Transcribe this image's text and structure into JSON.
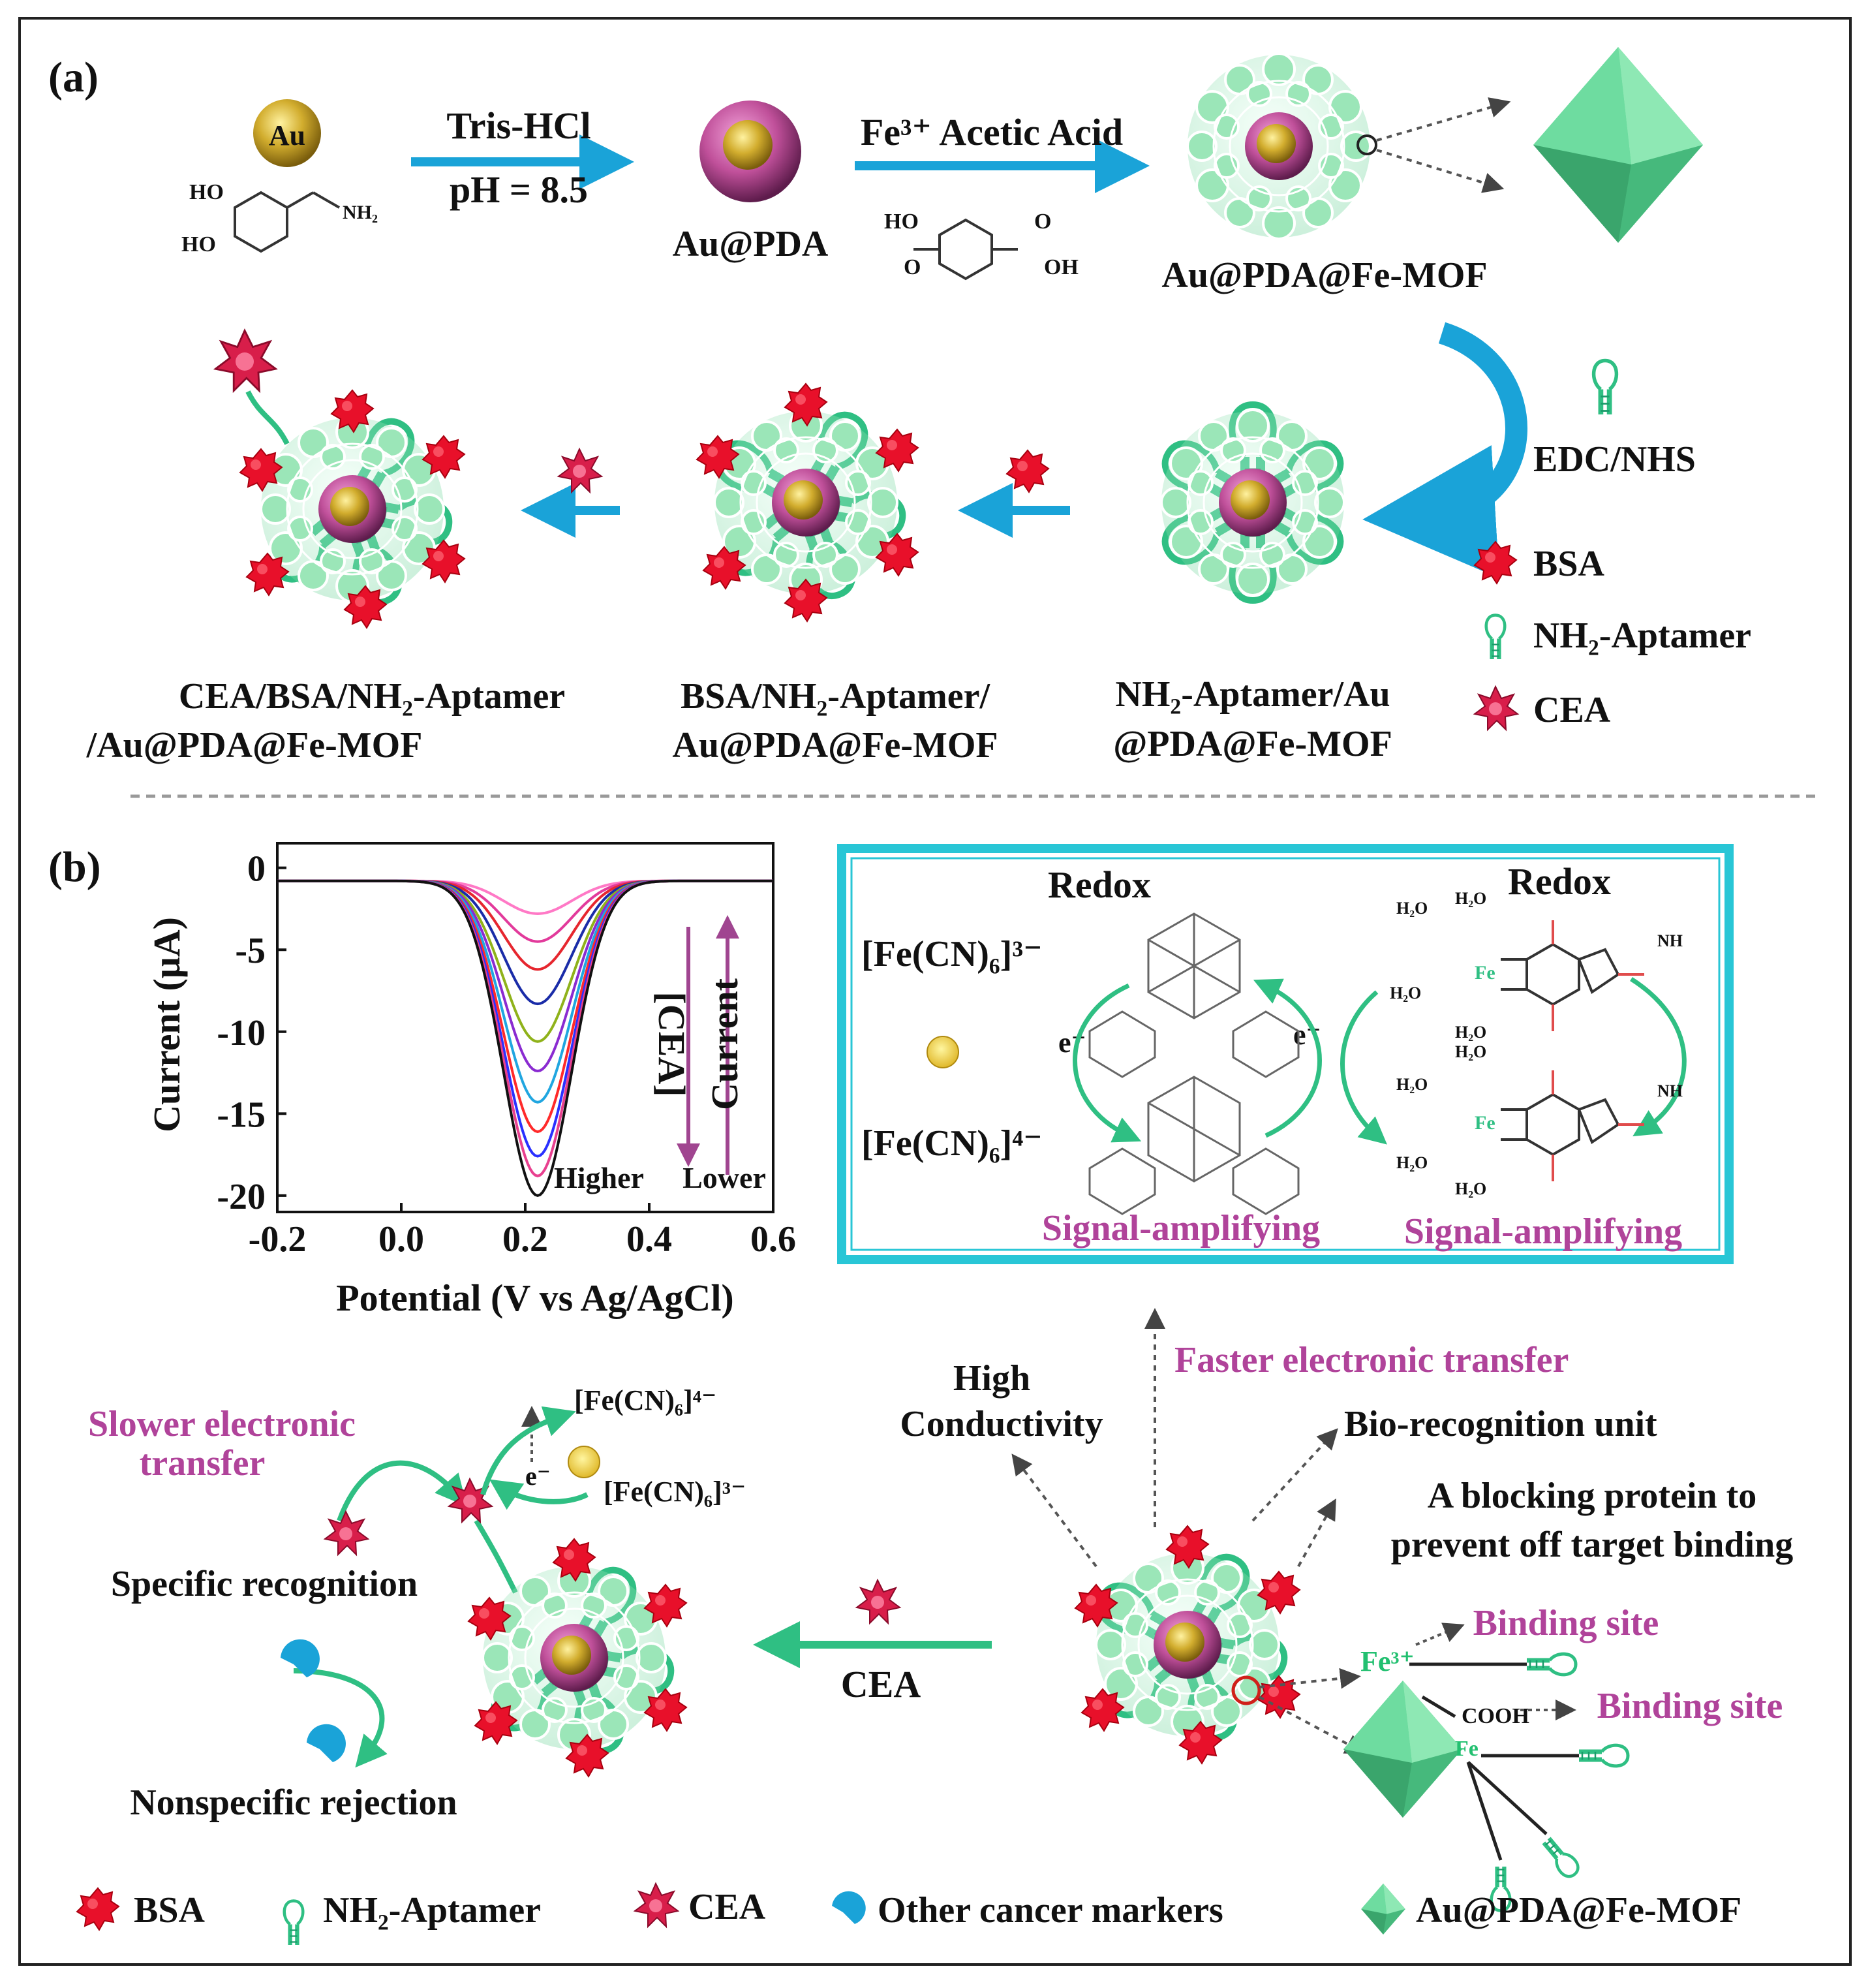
{
  "panel_a": {
    "label": "(a)",
    "au": "Au",
    "step1_top": "Tris-HCl",
    "step1_bottom": "pH = 8.5",
    "au_pda": "Au@PDA",
    "step2_top": "Fe³⁺ Acetic Acid",
    "au_pda_fe_mof": "Au@PDA@Fe-MOF",
    "edc_nhs": "EDC/NHS",
    "legend_bsa": "BSA",
    "legend_aptamer": "NH₂-Aptamer",
    "legend_cea": "CEA",
    "label_np1_line1": "CEA/BSA/NH₂-Aptamer",
    "label_np1_line2": "/Au@PDA@Fe-MOF",
    "label_np2_line1": "BSA/NH₂-Aptamer/",
    "label_np2_line2": "Au@PDA@Fe-MOF",
    "label_np3_line1": "NH₂-Aptamer/Au",
    "label_np3_line2": "@PDA@Fe-MOF",
    "mol_ho1": "HO",
    "mol_ho2": "HO",
    "mol_nh2": "NH₂",
    "mol_tpa_ho": "HO",
    "mol_tpa_o1": "O",
    "mol_tpa_o2": "O",
    "mol_tpa_oh": "OH"
  },
  "panel_b": {
    "label": "(b)",
    "redox_left": "Redox",
    "redox_right": "Redox",
    "fe3": "[Fe(CN)₆]³⁻",
    "fe4": "[Fe(CN)₆]⁴⁻",
    "e_left": "e⁻",
    "e_right": "e⁻",
    "signal_left": "Signal-amplifying",
    "signal_right": "Signal-amplifying",
    "high": "High",
    "conductivity": "Conductivity",
    "faster": "Faster electronic transfer",
    "bio_recognition": "Bio-recognition unit",
    "blocking_line1": "A blocking protein to",
    "blocking_line2": "prevent off target binding",
    "binding_site_1": "Binding site",
    "binding_site_2": "Binding site",
    "slower_line1": "Slower electronic",
    "slower_line2": "transfer",
    "specific": "Specific recognition",
    "nonspecific": "Nonspecific rejection",
    "cea_arrow": "CEA",
    "fe4_small": "[Fe(CN)₆]⁴⁻",
    "fe3_small": "[Fe(CN)₆]³⁻",
    "e_small": "e⁻",
    "fe_label_1": "Fe³⁺",
    "fe_label_2": "Fe",
    "cooh": "COOH",
    "nh": "NH",
    "h2o": "H₂O",
    "bottom_bsa": "BSA",
    "bottom_aptamer": "NH₂-Aptamer",
    "bottom_cea": "CEA",
    "bottom_other": "Other cancer markers",
    "bottom_mof": "Au@PDA@Fe-MOF"
  },
  "colors": {
    "arrow_blue": "#1aa3d8",
    "aptamer_green": "#2fbf83",
    "mof_green": "#7ee0a8",
    "bsa_red": "#e8102a",
    "cea_red": "#d81e4a",
    "pda_magenta": "#c0509a",
    "gold": "#c9a52a",
    "purple_text": "#b0439a",
    "box_cyan": "#28c6d6",
    "dark_green": "#1a9b6a"
  },
  "chart_data": {
    "type": "line",
    "title": "",
    "xlabel": "Potential (V vs Ag/AgCl)",
    "ylabel": "Current (μA)",
    "xlim": [
      -0.2,
      0.6
    ],
    "ylim": [
      -21,
      1.5
    ],
    "x_ticks": [
      "-0.2",
      "0.0",
      "0.2",
      "0.4",
      "0.6"
    ],
    "y_ticks": [
      "0",
      "-5",
      "-10",
      "-15",
      "-20"
    ],
    "annotation_left": "[CEA]",
    "annotation_right": "Current",
    "annotation_bottom_left": "Higher",
    "annotation_bottom_right": "Lower",
    "baseline": -0.8,
    "peak_center": 0.22,
    "peak_width": 0.055,
    "series": [
      {
        "peak": -2.8,
        "color": "#ff79c6"
      },
      {
        "peak": -4.5,
        "color": "#e23a9b"
      },
      {
        "peak": -6.2,
        "color": "#e6262e"
      },
      {
        "peak": -8.3,
        "color": "#1a2ca8"
      },
      {
        "peak": -10.6,
        "color": "#8fb21a"
      },
      {
        "peak": -12.4,
        "color": "#8a2bd1"
      },
      {
        "peak": -14.3,
        "color": "#20a6e0"
      },
      {
        "peak": -16.1,
        "color": "#ff2a2a"
      },
      {
        "peak": -17.6,
        "color": "#2a30ff"
      },
      {
        "peak": -18.8,
        "color": "#e8408f"
      },
      {
        "peak": -20.0,
        "color": "#111111"
      }
    ]
  }
}
